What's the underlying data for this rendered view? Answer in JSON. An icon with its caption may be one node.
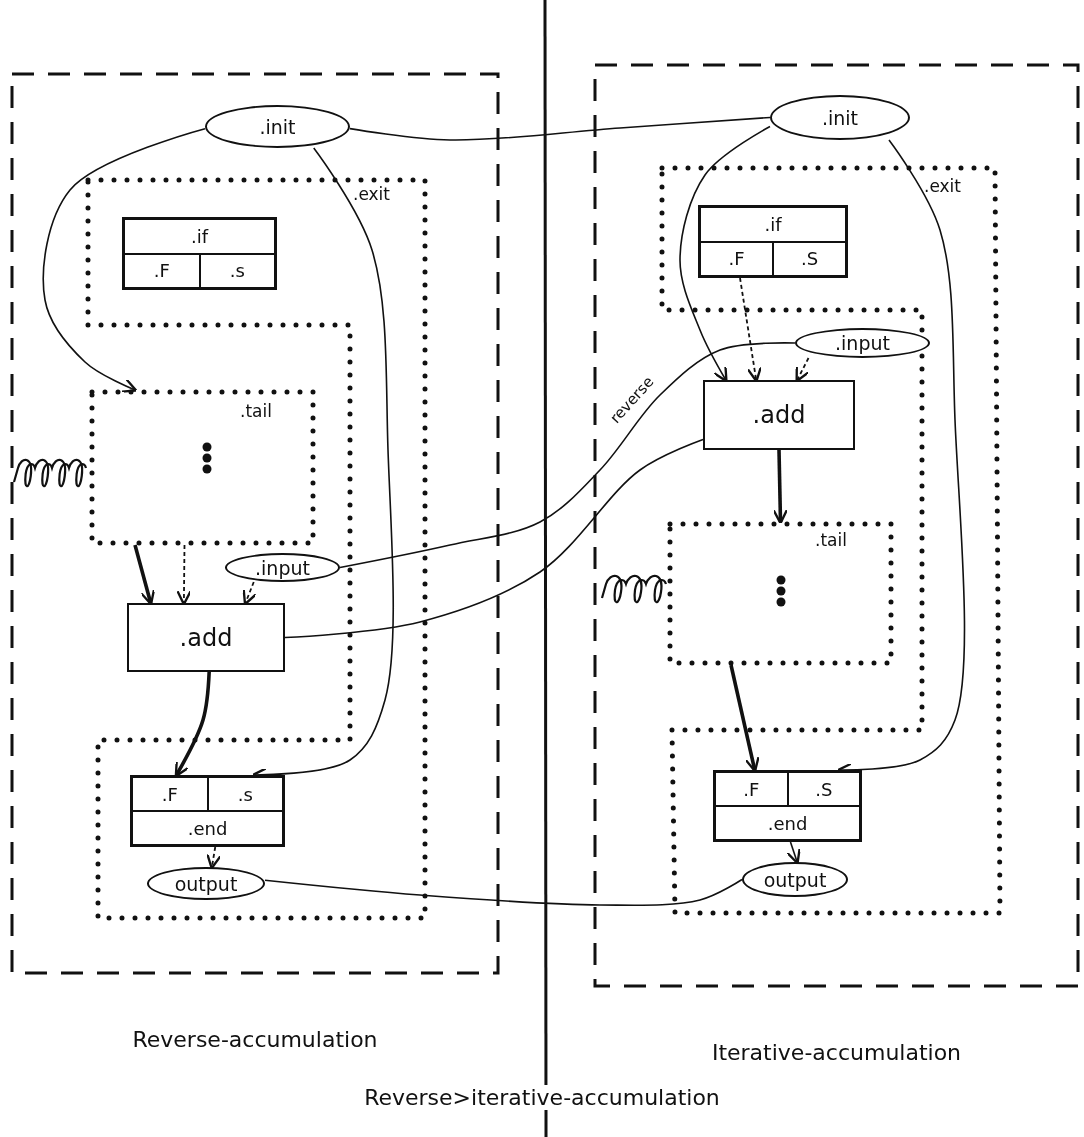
{
  "diagram": {
    "caption": "Reverse>iterative-accumulation",
    "nodes": [
      {
        "text": [
          "Reverse-accumulation"
        ]
      },
      {
        "text": [
          ".init"
        ],
        "in": 0
      },
      {
        "text": [
          ".exit"
        ],
        "in": 0
      },
      {
        "text": [
          ".if",
          ".F",
          ".s"
        ],
        "in": 2
      },
      {
        "text": [
          ".tail"
        ],
        "in": 0
      },
      {
        "text": [
          ".input"
        ],
        "in": 0
      },
      {
        "text": [
          ".add"
        ],
        "in": 0
      },
      {
        "text": [
          ".F",
          ".s",
          ".end"
        ],
        "in": 2
      },
      {
        "text": [
          "output"
        ],
        "in": 2
      },
      {
        "text": [
          "Iterative-accumulation"
        ]
      },
      {
        "text": [
          ".init"
        ],
        "in": 9
      },
      {
        "text": [
          ".exit"
        ],
        "in": 9
      },
      {
        "text": [
          ".if",
          ".F",
          ".S"
        ],
        "in": 11
      },
      {
        "text": [
          ".input"
        ],
        "in": 9
      },
      {
        "text": [
          ".add"
        ],
        "in": 9
      },
      {
        "text": [
          ".tail"
        ],
        "in": 9
      },
      {
        "text": [
          ".F",
          ".S",
          ".end"
        ],
        "in": 11
      },
      {
        "text": [
          "output"
        ],
        "in": 11
      }
    ],
    "edges": [
      {
        "from": 1,
        "to": 4,
        "arrow": "to"
      },
      {
        "from": 1,
        "to": 7,
        "arrow": "to"
      },
      {
        "from": 4,
        "to": 6,
        "arrow": "to",
        "style": "thick"
      },
      {
        "from": 4,
        "to": 6,
        "arrow": "to",
        "style": "dashed"
      },
      {
        "from": 5,
        "to": 6,
        "arrow": "to",
        "style": "dashed"
      },
      {
        "from": 6,
        "to": 7,
        "arrow": "to",
        "style": "thick"
      },
      {
        "from": 7,
        "to": 8,
        "arrow": "to",
        "style": "dashed"
      },
      {
        "from": 1,
        "to": 10,
        "arrow": "none"
      },
      {
        "from": 5,
        "to": 13,
        "arrow": "none",
        "label": "reverse"
      },
      {
        "from": 6,
        "to": 14,
        "arrow": "none"
      },
      {
        "from": 8,
        "to": 17,
        "arrow": "none"
      },
      {
        "from": 10,
        "to": 14,
        "arrow": "to"
      },
      {
        "from": 10,
        "to": 16,
        "arrow": "to"
      },
      {
        "from": 12,
        "to": 14,
        "arrow": "to",
        "style": "dashed"
      },
      {
        "from": 13,
        "to": 14,
        "arrow": "to",
        "style": "dashed"
      },
      {
        "from": 14,
        "to": 15,
        "arrow": "to",
        "style": "thick"
      },
      {
        "from": 15,
        "to": 16,
        "arrow": "to",
        "style": "thick"
      },
      {
        "from": 16,
        "to": 17,
        "arrow": "to"
      }
    ]
  }
}
